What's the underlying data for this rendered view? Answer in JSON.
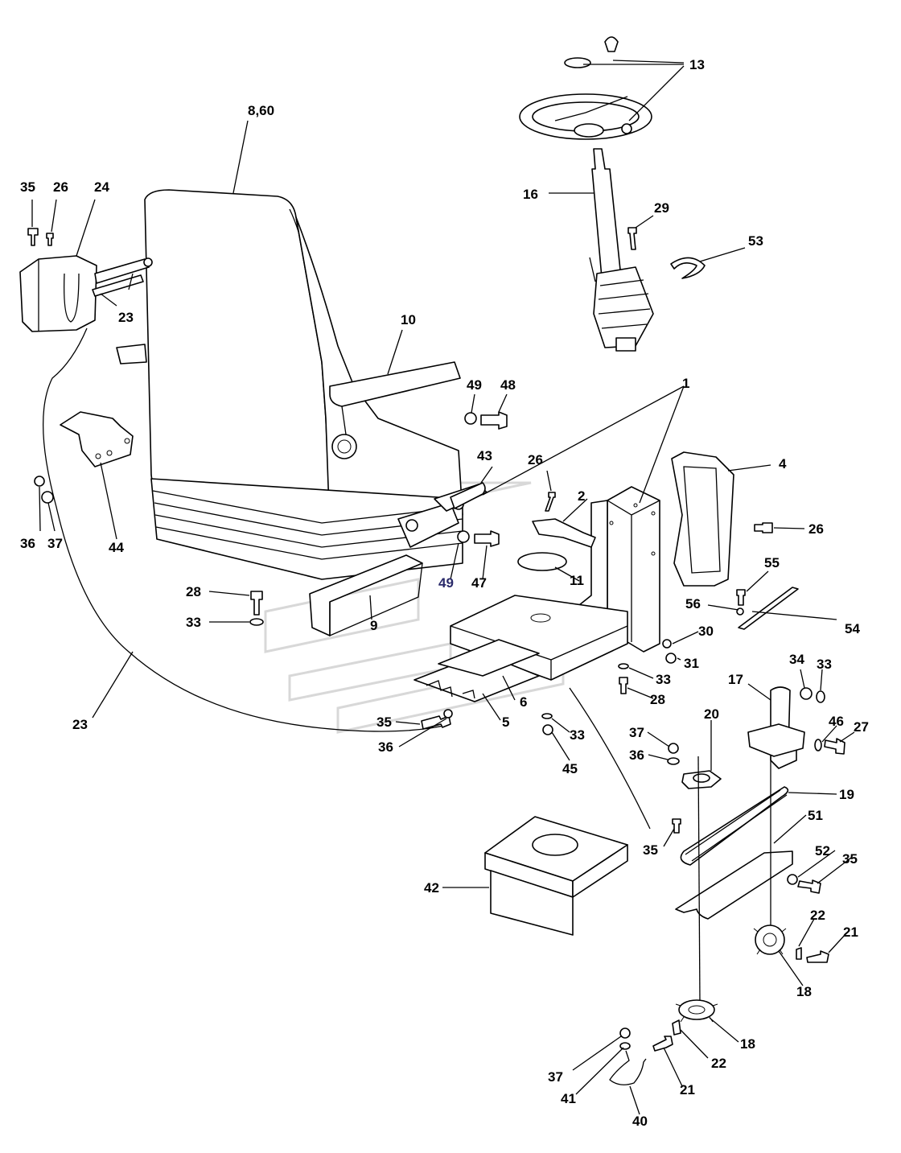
{
  "diagram": {
    "callouts": [
      {
        "id": "c13",
        "text": "13"
      },
      {
        "id": "c8-60",
        "text": "8,60"
      },
      {
        "id": "c16",
        "text": "16"
      },
      {
        "id": "c29",
        "text": "29"
      },
      {
        "id": "c53",
        "text": "53"
      },
      {
        "id": "c35-a",
        "text": "35"
      },
      {
        "id": "c26-a",
        "text": "26"
      },
      {
        "id": "c24",
        "text": "24"
      },
      {
        "id": "c23-a",
        "text": "23"
      },
      {
        "id": "c10",
        "text": "10"
      },
      {
        "id": "c49-a",
        "text": "49"
      },
      {
        "id": "c48",
        "text": "48"
      },
      {
        "id": "c1",
        "text": "1"
      },
      {
        "id": "c4",
        "text": "4"
      },
      {
        "id": "c43",
        "text": "43"
      },
      {
        "id": "c26-b",
        "text": "26"
      },
      {
        "id": "c2",
        "text": "2"
      },
      {
        "id": "c26-c",
        "text": "26"
      },
      {
        "id": "c36-a",
        "text": "36"
      },
      {
        "id": "c37-a",
        "text": "37"
      },
      {
        "id": "c44",
        "text": "44"
      },
      {
        "id": "c49-b",
        "text": "49"
      },
      {
        "id": "c47",
        "text": "47"
      },
      {
        "id": "c11",
        "text": "11"
      },
      {
        "id": "c55",
        "text": "55"
      },
      {
        "id": "c56",
        "text": "56"
      },
      {
        "id": "c54",
        "text": "54"
      },
      {
        "id": "c28-a",
        "text": "28"
      },
      {
        "id": "c33-a",
        "text": "33"
      },
      {
        "id": "c9",
        "text": "9"
      },
      {
        "id": "c30",
        "text": "30"
      },
      {
        "id": "c31",
        "text": "31"
      },
      {
        "id": "c34",
        "text": "34"
      },
      {
        "id": "c33-b",
        "text": "33"
      },
      {
        "id": "c17",
        "text": "17"
      },
      {
        "id": "c33-c",
        "text": "33"
      },
      {
        "id": "c28-b",
        "text": "28"
      },
      {
        "id": "c6",
        "text": "6"
      },
      {
        "id": "c23-b",
        "text": "23"
      },
      {
        "id": "c35-b",
        "text": "35"
      },
      {
        "id": "c5",
        "text": "5"
      },
      {
        "id": "c36-b",
        "text": "36"
      },
      {
        "id": "c33-d",
        "text": "33"
      },
      {
        "id": "c45",
        "text": "45"
      },
      {
        "id": "c20",
        "text": "20"
      },
      {
        "id": "c37-b",
        "text": "37"
      },
      {
        "id": "c36-c",
        "text": "36"
      },
      {
        "id": "c46",
        "text": "46"
      },
      {
        "id": "c27",
        "text": "27"
      },
      {
        "id": "c19",
        "text": "19"
      },
      {
        "id": "c51",
        "text": "51"
      },
      {
        "id": "c35-c",
        "text": "35"
      },
      {
        "id": "c52",
        "text": "52"
      },
      {
        "id": "c35-d",
        "text": "35"
      },
      {
        "id": "c42",
        "text": "42"
      },
      {
        "id": "c22-a",
        "text": "22"
      },
      {
        "id": "c21-a",
        "text": "21"
      },
      {
        "id": "c18-a",
        "text": "18"
      },
      {
        "id": "c18-b",
        "text": "18"
      },
      {
        "id": "c22-b",
        "text": "22"
      },
      {
        "id": "c37-c",
        "text": "37"
      },
      {
        "id": "c21-b",
        "text": "21"
      },
      {
        "id": "c41",
        "text": "41"
      },
      {
        "id": "c40",
        "text": "40"
      }
    ]
  }
}
